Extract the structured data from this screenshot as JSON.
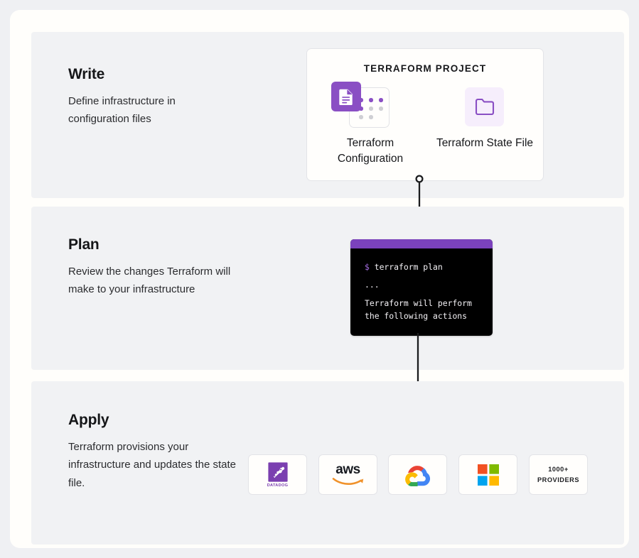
{
  "theme": {
    "page_background": "#eff0f3",
    "card_background": "#fffefb",
    "panel_background": "#f1f2f4",
    "accent_purple": "#7b42bc",
    "accent_purple_light": "#8a4fc4",
    "terminal_background": "#000000",
    "text_primary": "#151618",
    "connector_color": "#1b1c1e"
  },
  "stages": [
    {
      "id": "write",
      "title": "Write",
      "description": "Define infrastructure in configuration files"
    },
    {
      "id": "plan",
      "title": "Plan",
      "description": "Review the changes Terraform will make to your infrastructure"
    },
    {
      "id": "apply",
      "title": "Apply",
      "description": "Terraform provisions your infrastructure and updates the state file."
    }
  ],
  "project_card": {
    "title": "TERRAFORM PROJECT",
    "items": [
      {
        "id": "terraform-configuration",
        "label": "Terraform Configuration",
        "icon": "document-icon"
      },
      {
        "id": "terraform-state-file",
        "label": "Terraform State File",
        "icon": "folder-icon"
      }
    ]
  },
  "terminal": {
    "prompt_symbol": "$",
    "command": "terraform plan",
    "ellipsis": "...",
    "output_line_1": "Terraform will perform",
    "output_line_2": "the following actions"
  },
  "providers": [
    {
      "id": "datadog",
      "name": "Datadog",
      "wordmark": "DATADOG",
      "icon": "datadog-logo"
    },
    {
      "id": "aws",
      "name": "AWS",
      "wordmark": "aws",
      "icon": "aws-logo"
    },
    {
      "id": "gcp",
      "name": "Google Cloud",
      "wordmark": "",
      "icon": "google-cloud-logo"
    },
    {
      "id": "azure",
      "name": "Microsoft",
      "wordmark": "",
      "icon": "microsoft-logo"
    },
    {
      "id": "more",
      "name": "More providers",
      "wordmark": "1000+ PROVIDERS",
      "icon": "text-badge",
      "line_1": "1000+",
      "line_2": "PROVIDERS"
    }
  ]
}
